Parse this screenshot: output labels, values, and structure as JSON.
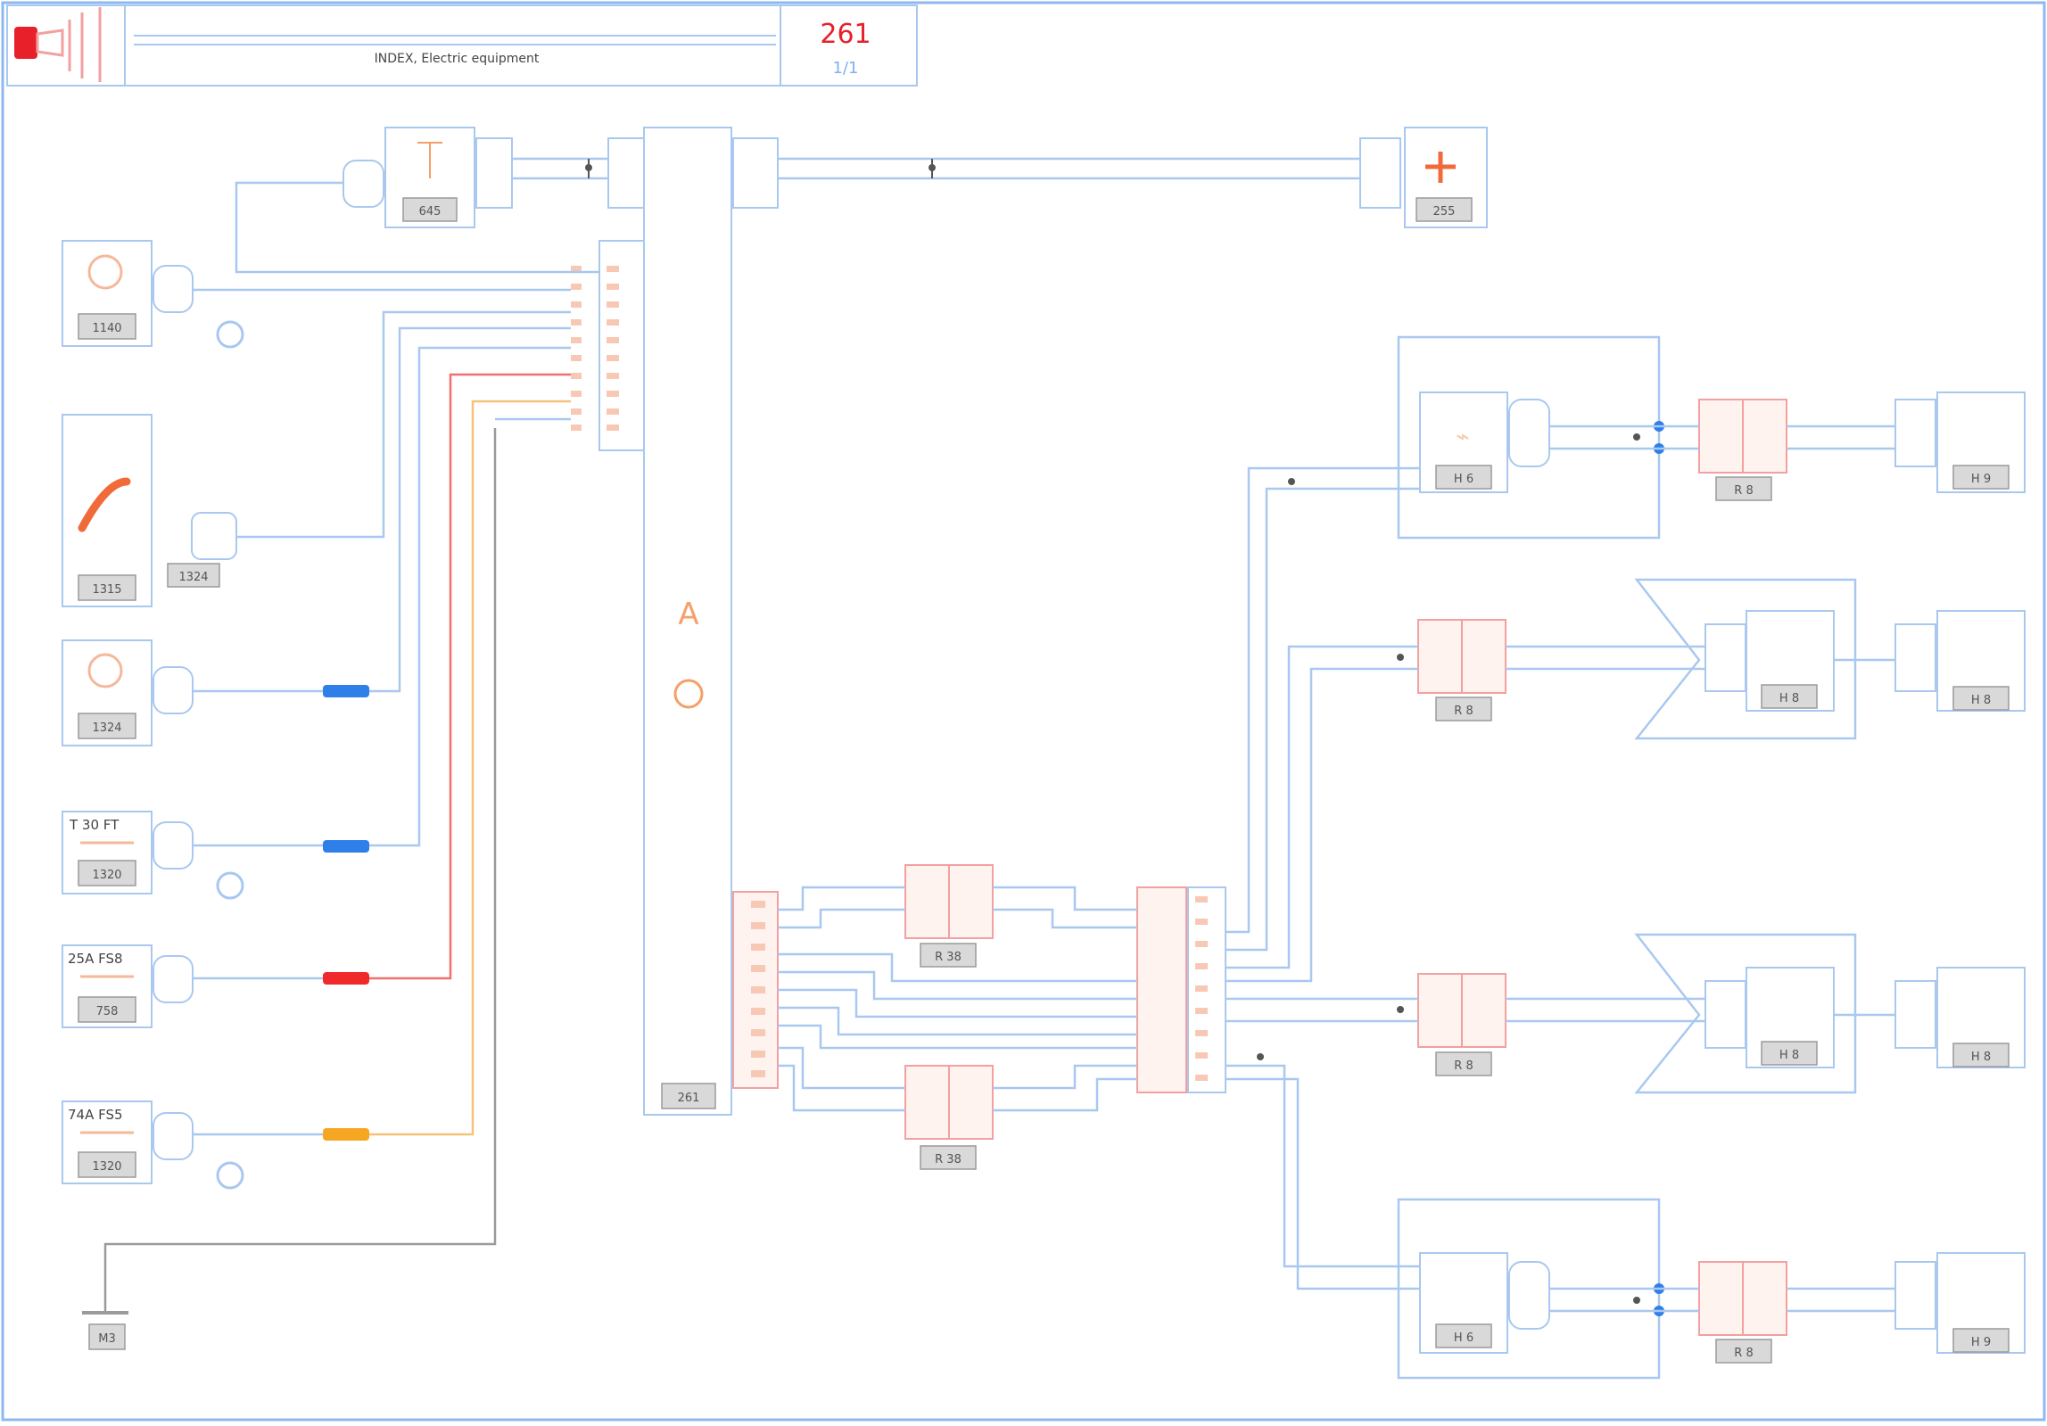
{
  "title_block": {
    "diagram_title": "INDEX, Electric equipment",
    "sheet_code": "261",
    "sheet_sub": "1/1"
  },
  "components": {
    "main_unit": "261",
    "top_left_device": "645",
    "top_right_device": "255",
    "left_1": "1140",
    "left_2": "1315",
    "left_2_side_label": "1324",
    "left_3": "1324",
    "left_4": "1320",
    "left_4_caption": "T 30 FT",
    "left_5": "758",
    "left_5_caption": "25A FS8",
    "left_6": "1320",
    "left_6_caption": "74A FS5",
    "ground": "M3",
    "connector_upper": "R 38",
    "connector_lower": "R 38",
    "front_left_upper": "H 6",
    "front_left_conn": "R 8",
    "front_right_upper": "H 9",
    "mid_upper_conn": "R 8",
    "mid_upper_comp": "H 8",
    "mid_upper_far": "H 8",
    "mid_lower_conn": "R 8",
    "mid_lower_comp": "H 8",
    "mid_lower_far": "H 8",
    "bottom_comp": "H 6",
    "bottom_conn": "R 8",
    "bottom_far": "H 9"
  },
  "colors": {
    "frame": "#8db8f0",
    "wire": "#a9c8f0",
    "wire_red": "#f07070",
    "wire_orange": "#f5c27a",
    "fuse_blue": "#2f7fe8",
    "fuse_red": "#f02a2a",
    "fuse_orange": "#f5a623",
    "logo_red": "#e8202a"
  },
  "icons": [
    "logo-icon",
    "horn-icon",
    "speaker-icon",
    "antenna-icon",
    "ground-icon"
  ]
}
